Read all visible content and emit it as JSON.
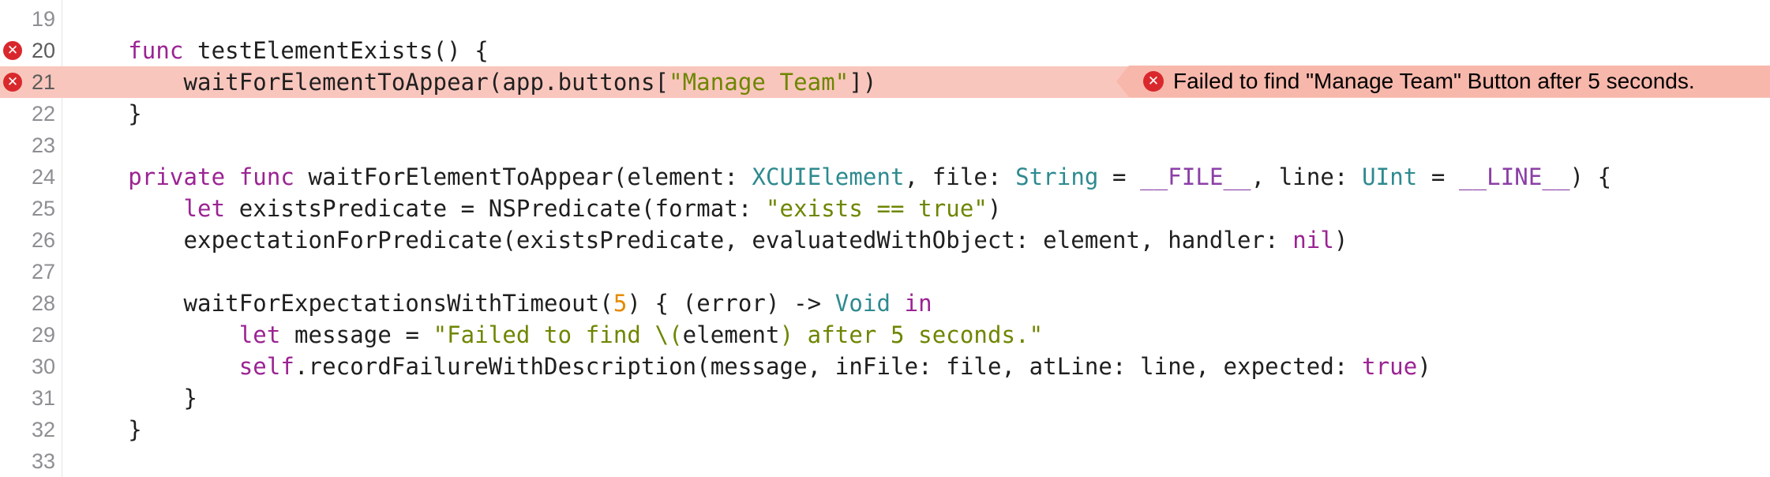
{
  "editor": {
    "gutter_error_glyph": "✕",
    "colors": {
      "keyword": "#9b2393",
      "type": "#2e8a8f",
      "string": "#6d8600",
      "number": "#e58b00",
      "constant": "#8b3fa6",
      "error_highlight": "#f9c6bd",
      "error_icon": "#d9282c",
      "line_number": "#8e8e93"
    },
    "lines": [
      {
        "number": "19",
        "error": false,
        "tokens": []
      },
      {
        "number": "20",
        "error": true,
        "tokens": [
          {
            "t": "    ",
            "c": "plain"
          },
          {
            "t": "func",
            "c": "kw"
          },
          {
            "t": " testElementExists() {",
            "c": "plain"
          }
        ]
      },
      {
        "number": "21",
        "error": true,
        "highlighted": true,
        "tokens": [
          {
            "t": "        waitForElementToAppear(app.buttons[",
            "c": "plain"
          },
          {
            "t": "\"Manage Team\"",
            "c": "str"
          },
          {
            "t": "])",
            "c": "plain"
          }
        ]
      },
      {
        "number": "22",
        "error": false,
        "tokens": [
          {
            "t": "    }",
            "c": "plain"
          }
        ]
      },
      {
        "number": "23",
        "error": false,
        "tokens": []
      },
      {
        "number": "24",
        "error": false,
        "tokens": [
          {
            "t": "    ",
            "c": "plain"
          },
          {
            "t": "private",
            "c": "kw"
          },
          {
            "t": " ",
            "c": "plain"
          },
          {
            "t": "func",
            "c": "kw"
          },
          {
            "t": " waitForElementToAppear(element: ",
            "c": "plain"
          },
          {
            "t": "XCUIElement",
            "c": "type"
          },
          {
            "t": ", file: ",
            "c": "plain"
          },
          {
            "t": "String",
            "c": "type"
          },
          {
            "t": " = ",
            "c": "plain"
          },
          {
            "t": "__FILE__",
            "c": "const"
          },
          {
            "t": ", line: ",
            "c": "plain"
          },
          {
            "t": "UInt",
            "c": "type"
          },
          {
            "t": " = ",
            "c": "plain"
          },
          {
            "t": "__LINE__",
            "c": "const"
          },
          {
            "t": ") {",
            "c": "plain"
          }
        ]
      },
      {
        "number": "25",
        "error": false,
        "tokens": [
          {
            "t": "        ",
            "c": "plain"
          },
          {
            "t": "let",
            "c": "kw"
          },
          {
            "t": " existsPredicate = NSPredicate(format: ",
            "c": "plain"
          },
          {
            "t": "\"exists == true\"",
            "c": "str"
          },
          {
            "t": ")",
            "c": "plain"
          }
        ]
      },
      {
        "number": "26",
        "error": false,
        "tokens": [
          {
            "t": "        expectationForPredicate(existsPredicate, evaluatedWithObject: element, handler: ",
            "c": "plain"
          },
          {
            "t": "nil",
            "c": "kw"
          },
          {
            "t": ")",
            "c": "plain"
          }
        ]
      },
      {
        "number": "27",
        "error": false,
        "tokens": []
      },
      {
        "number": "28",
        "error": false,
        "tokens": [
          {
            "t": "        waitForExpectationsWithTimeout(",
            "c": "plain"
          },
          {
            "t": "5",
            "c": "num"
          },
          {
            "t": ") { (error) -> ",
            "c": "plain"
          },
          {
            "t": "Void",
            "c": "type"
          },
          {
            "t": " ",
            "c": "plain"
          },
          {
            "t": "in",
            "c": "kw"
          }
        ]
      },
      {
        "number": "29",
        "error": false,
        "tokens": [
          {
            "t": "            ",
            "c": "plain"
          },
          {
            "t": "let",
            "c": "kw"
          },
          {
            "t": " message = ",
            "c": "plain"
          },
          {
            "t": "\"Failed to find \\(",
            "c": "str"
          },
          {
            "t": "element",
            "c": "plain"
          },
          {
            "t": ") after 5 seconds.\"",
            "c": "str"
          }
        ]
      },
      {
        "number": "30",
        "error": false,
        "tokens": [
          {
            "t": "            ",
            "c": "plain"
          },
          {
            "t": "self",
            "c": "kw"
          },
          {
            "t": ".recordFailureWithDescription(message, inFile: file, atLine: line, expected: ",
            "c": "plain"
          },
          {
            "t": "true",
            "c": "kw"
          },
          {
            "t": ")",
            "c": "plain"
          }
        ]
      },
      {
        "number": "31",
        "error": false,
        "tokens": [
          {
            "t": "        }",
            "c": "plain"
          }
        ]
      },
      {
        "number": "32",
        "error": false,
        "tokens": [
          {
            "t": "    }",
            "c": "plain"
          }
        ]
      },
      {
        "number": "33",
        "error": false,
        "tokens": []
      }
    ]
  },
  "error_banner": {
    "icon": "✕",
    "message": "Failed to find \"Manage Team\" Button after 5 seconds."
  }
}
